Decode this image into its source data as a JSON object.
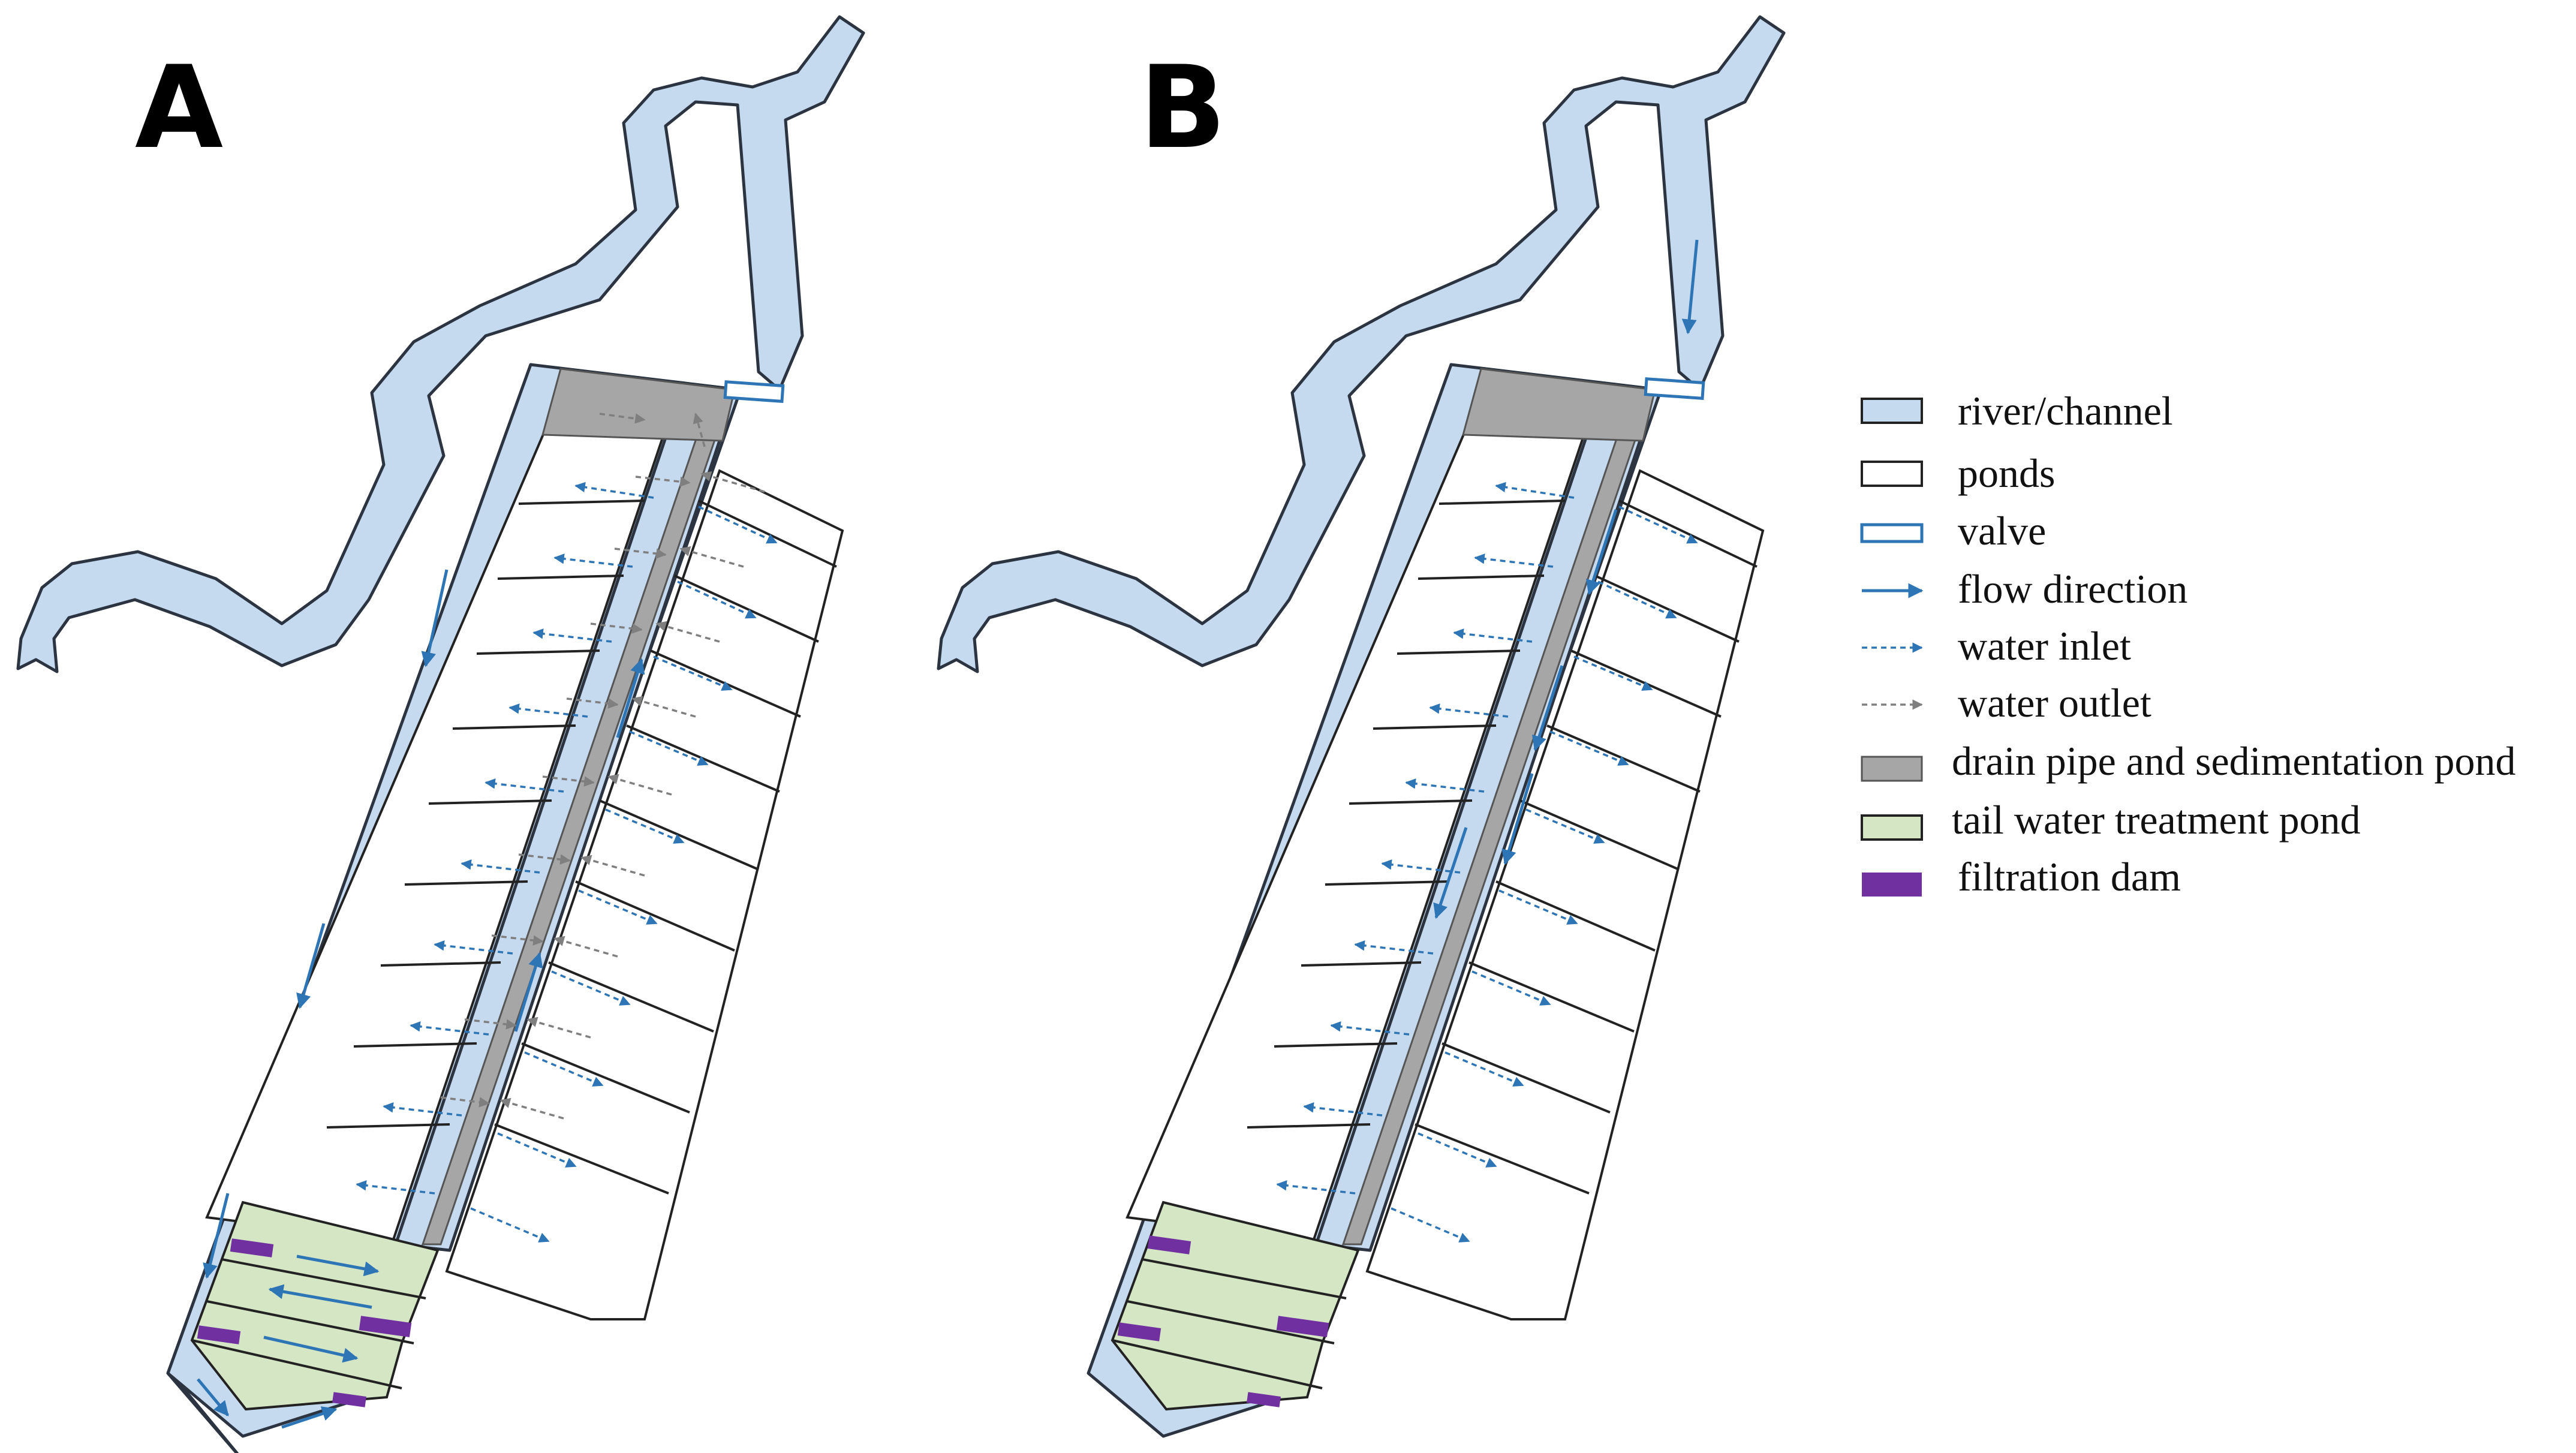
{
  "panels": [
    {
      "label": "A"
    },
    {
      "label": "B"
    }
  ],
  "legend": {
    "items": [
      {
        "label": "river/channel",
        "swatch": "water",
        "color": "#c5d9ef"
      },
      {
        "label": "ponds",
        "swatch": "pond",
        "color": "#ffffff"
      },
      {
        "label": "valve",
        "swatch": "valve",
        "color": "#2e75b6"
      },
      {
        "label": "flow direction",
        "swatch": "flow",
        "color": "#2e75b6"
      },
      {
        "label": "water inlet",
        "swatch": "inlet",
        "color": "#2e75b6"
      },
      {
        "label": "water outlet",
        "swatch": "outlet",
        "color": "#7f7f7f"
      },
      {
        "label": "drain pipe and sedimentation pond",
        "swatch": "pipe",
        "color": "#a6a6a6"
      },
      {
        "label": "tail water treatment pond",
        "swatch": "tail",
        "color": "#d5e6c4"
      },
      {
        "label": "filtration dam",
        "swatch": "dam",
        "color": "#7030a0"
      }
    ]
  }
}
